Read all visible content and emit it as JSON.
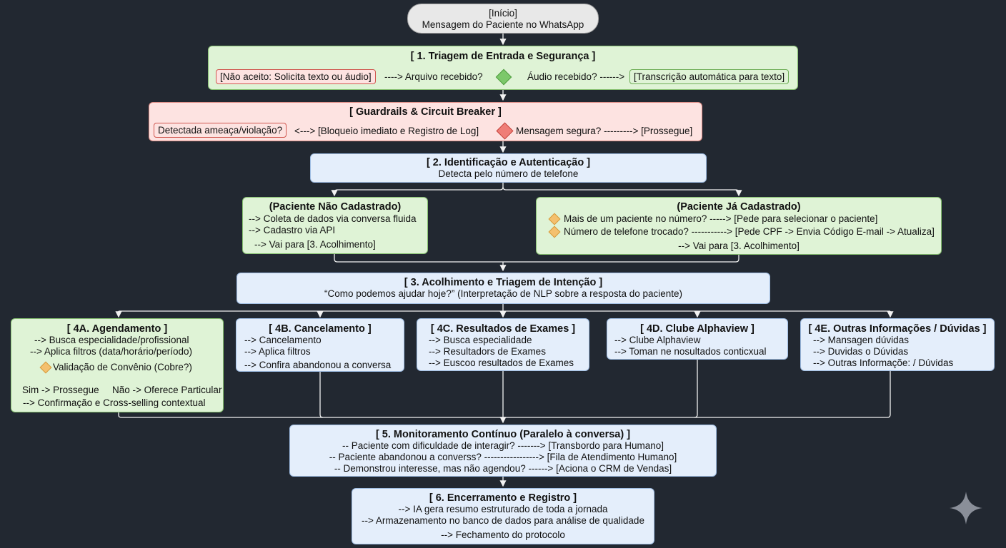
{
  "start": {
    "line1": "[Início]",
    "line2": "Mensagem do Paciente no WhatsApp"
  },
  "triagem": {
    "title": "[ 1. Triagem de Entrada e Segurança ]",
    "reject": "[Não aceito: Solicita texto ou áudio]",
    "file_q": "----> Arquivo recebido?",
    "audio_q": "Áudio recebido? ------>",
    "transcribe": "[Transcrição automática para texto]"
  },
  "guardrails": {
    "title": "[ Guardrails & Circuit Breaker ]",
    "threat": "Detectada ameaça/violação?",
    "block": "<---> [Bloqueio imediato e Registro de Log]",
    "safe": "Mensagem segura? ---------> [Prossegue]"
  },
  "ident": {
    "title": "[ 2. Identificação e Autenticação ]",
    "sub": "Detecta pelo número de telefone"
  },
  "nao_cadastrado": {
    "title": "(Paciente Não Cadastrado)",
    "lines": [
      "--> Coleta de dados via conversa fluida",
      "--> Cadastro via API",
      "--> Vai para [3. Acolhimento]"
    ]
  },
  "ja_cadastrado": {
    "title": "(Paciente Já Cadastrado)",
    "q1": "Mais de um paciente no número? -----> [Pede para selecionar o paciente]",
    "q2": "Número de telefone trocado? -----------> [Pede CPF -> Envia Código E-mail -> Atualiza]",
    "go": "--> Vai para [3. Acolhimento]"
  },
  "acolhimento": {
    "title": "[ 3. Acolhimento e Triagem de Intenção ]",
    "sub": "“Como podemos ajudar hoje?” (Interpretação de NLP sobre a resposta do paciente)"
  },
  "ag": {
    "title": "[ 4A. Agendamento ]",
    "l1": "--> Busca especialidade/profissional",
    "l2": "--> Aplica filtros (data/horário/período)",
    "conv": "Validação de Convênio (Cobre?)",
    "sim": "Sim -> Prossegue",
    "nao": "Não -> Oferece Particular",
    "l3": "--> Confirmação e Cross-selling contextual"
  },
  "canc": {
    "title": "[ 4B. Cancelamento ]",
    "lines": [
      "--> Cancelamento",
      "--> Aplica filtros",
      "--> Confira abandonou a conversa"
    ]
  },
  "res": {
    "title": "[ 4C. Resultados de Exames ]",
    "lines": [
      "--> Busca especialidade",
      "--> Resultadors de Exames",
      "--> Euscoo resultados de Exames"
    ]
  },
  "clube": {
    "title": "[ 4D. Clube Alphaview ]",
    "lines": [
      "--> Clube Alphaview",
      "--> Toman ne nosultados conticxual"
    ]
  },
  "outras": {
    "title": "[ 4E. Outras Informações / Dúvidas ]",
    "lines": [
      "--> Mansagen dúvidas",
      "--> Duvidas o Dúvidas",
      "--> Outras Informaçõe: / Dúvidas"
    ]
  },
  "monit": {
    "title": "[ 5. Monitoramento Contínuo (Paralelo à conversa) ]",
    "lines": [
      "-- Paciente com dificuldade de interagir? -------> [Transbordo para Humano]",
      "-- Paciente abandonou a converss? -----------------> [Fila de Atendimento Humano]",
      "-- Demonstrou interesse, mas não agendou? ------> [Aciona o CRM de Vendas]"
    ]
  },
  "enc": {
    "title": "[ 6. Encerramento e Registro ]",
    "lines": [
      "--> IA gera resumo estruturado de toda a jornada",
      "--> Armazenamento no banco de dados para análise de qualidade",
      "--> Fechamento do protocolo"
    ]
  },
  "colors": {
    "edge": "#f2f2f2",
    "bg": "#222831"
  },
  "icons": [
    "decision-diamond-icon",
    "sparkle-icon"
  ]
}
